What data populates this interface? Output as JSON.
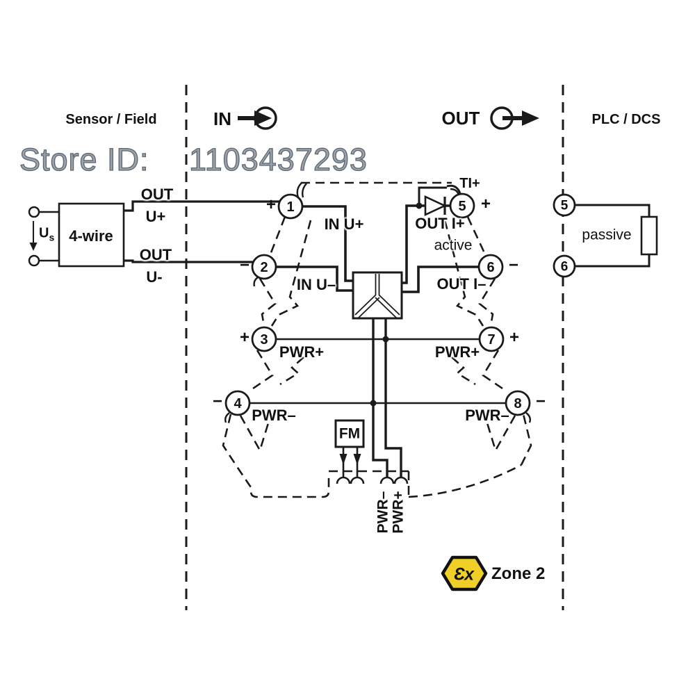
{
  "colors": {
    "line": "#1a1a1a",
    "ex_yellow": "#f0d028",
    "watermark_fill": "#9aa2ab",
    "watermark_stroke": "#5d6771"
  },
  "watermark": {
    "label": "Store ID:",
    "value": "1103437293"
  },
  "zones_header": {
    "sensor_field": "Sensor / Field",
    "in": "IN",
    "out": "OUT",
    "plc_dcs": "PLC / DCS"
  },
  "sensor": {
    "box": "4-wire",
    "supply": "U",
    "supply_sub": "s",
    "wire_top_label": "OUT",
    "wire_top_terminal": "U+",
    "wire_bottom_label": "OUT",
    "wire_bottom_terminal": "U-"
  },
  "device": {
    "terminals": {
      "t1": "1",
      "t2": "2",
      "t3": "3",
      "t4": "4",
      "t5": "5",
      "t6": "6",
      "t7": "7",
      "t8": "8"
    },
    "signs": {
      "t1": "+",
      "t2": "−",
      "t3": "+",
      "t4": "−",
      "t5": "+",
      "t6": "−",
      "t7": "+",
      "t8": "−"
    },
    "labels": {
      "in_u_plus": "IN U+",
      "in_u_minus": "IN U–",
      "out_i_plus": "OUT I+",
      "out_i_minus": "OUT I–",
      "ti_plus": "TI+",
      "active": "active",
      "pwr_plus_left": "PWR+",
      "pwr_plus_right": "PWR+",
      "pwr_minus_left": "PWR–",
      "pwr_minus_right": "PWR–",
      "fm": "FM",
      "pwr_minus_bottom": "PWR–",
      "pwr_plus_bottom": "PWR+"
    }
  },
  "plc": {
    "terminals": {
      "t5": "5",
      "t6": "6"
    },
    "label": "passive"
  },
  "ex": {
    "glyph": "Ɛx",
    "zone": "Zone 2"
  }
}
